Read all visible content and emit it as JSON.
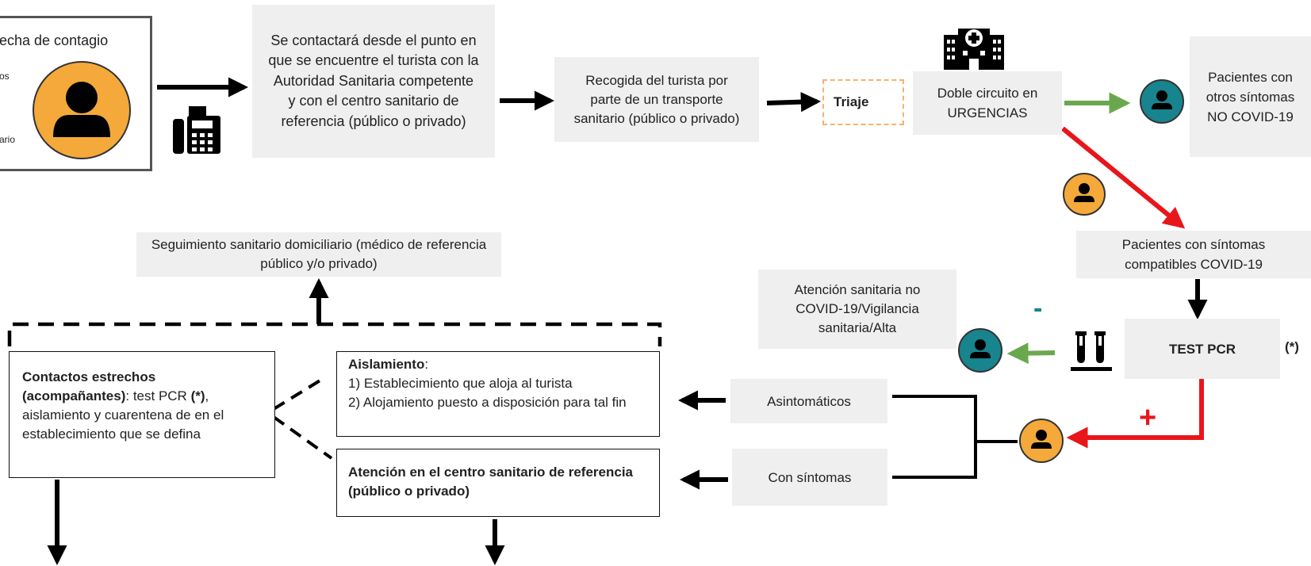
{
  "start_box": {
    "title": "echa de contagio",
    "side_text_1": "os",
    "side_text_2": "ario"
  },
  "contact_box": {
    "text": "Se contactará desde el punto en que se encuentre el turista con la Autoridad Sanitaria competente y con el centro sanitario de referencia (público o privado)"
  },
  "pickup_box": {
    "text": "Recogida del turista por parte de un transporte sanitario (público o privado)"
  },
  "triage_label": "Triaje",
  "double_circuit": {
    "text": "Doble circuito en URGENCIAS"
  },
  "other_symptoms": {
    "text": "Pacientes con otros síntomas NO COVID-19"
  },
  "compatible_symptoms": {
    "text": "Pacientes con síntomas compatibles COVID-19"
  },
  "follow_up": {
    "text": "Seguimiento sanitario domiciliario (médico de referencia público y/o privado)"
  },
  "non_covid_care": {
    "text": "Atención sanitaria no COVID-19/Vigilancia sanitaria/Alta"
  },
  "test_pcr": {
    "label": "TEST PCR",
    "note": "(*)",
    "negative_sign": "-",
    "positive_sign": "+"
  },
  "close_contacts": {
    "bold": "Contactos estrechos (acompañantes)",
    "text_1": ": test PCR ",
    "bold_2": "(*)",
    "text_2": ", aislamiento y cuarentena de en el establecimiento que se defina"
  },
  "isolation": {
    "bold": "Aislamiento",
    "colon": ":",
    "line_1": "1) Establecimiento que aloja al turista",
    "line_2": "2) Alojamiento puesto a disposición para tal fin"
  },
  "reference_care": {
    "text": "Atención en el centro sanitario de referencia (público o privado)"
  },
  "asymptomatic": {
    "text": "Asintomáticos"
  },
  "with_symptoms": {
    "text": "Con síntomas"
  },
  "colors": {
    "orange": "#f5a93b",
    "teal": "#17848e",
    "red": "#e8161b",
    "green": "#6aa84f",
    "box_gray": "#efefef",
    "triage_border": "#f6b26b"
  }
}
